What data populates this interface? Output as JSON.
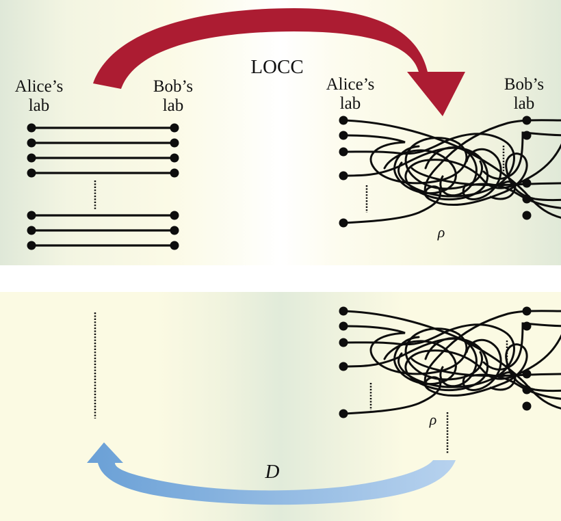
{
  "colors": {
    "locc_arrow": "#ac1c32",
    "distance_arrow_start": "#b7d2ee",
    "distance_arrow_end": "#6aa0d6",
    "wire": "#0d0d0d"
  },
  "top_panel": {
    "arrow_label": "LOCC",
    "left_diagram": {
      "alice_label_line1": "Alice’s",
      "alice_label_line2": "lab",
      "bob_label_line1": "Bob’s",
      "bob_label_line2": "lab",
      "wire_count_shown": 7,
      "ellipsis": "vertical-dots"
    },
    "right_diagram": {
      "alice_label_line1": "Alice’s",
      "alice_label_line2": "lab",
      "bob_label_line1": "Bob’s",
      "bob_label_line2": "lab",
      "state_label": "ρ",
      "alice_nodes_shown": 5,
      "bob_nodes_shown": 5
    }
  },
  "bottom_panel": {
    "state_label": "ρ",
    "arrow_label": "D",
    "alice_nodes_shown": 5,
    "bob_nodes_shown": 5
  }
}
